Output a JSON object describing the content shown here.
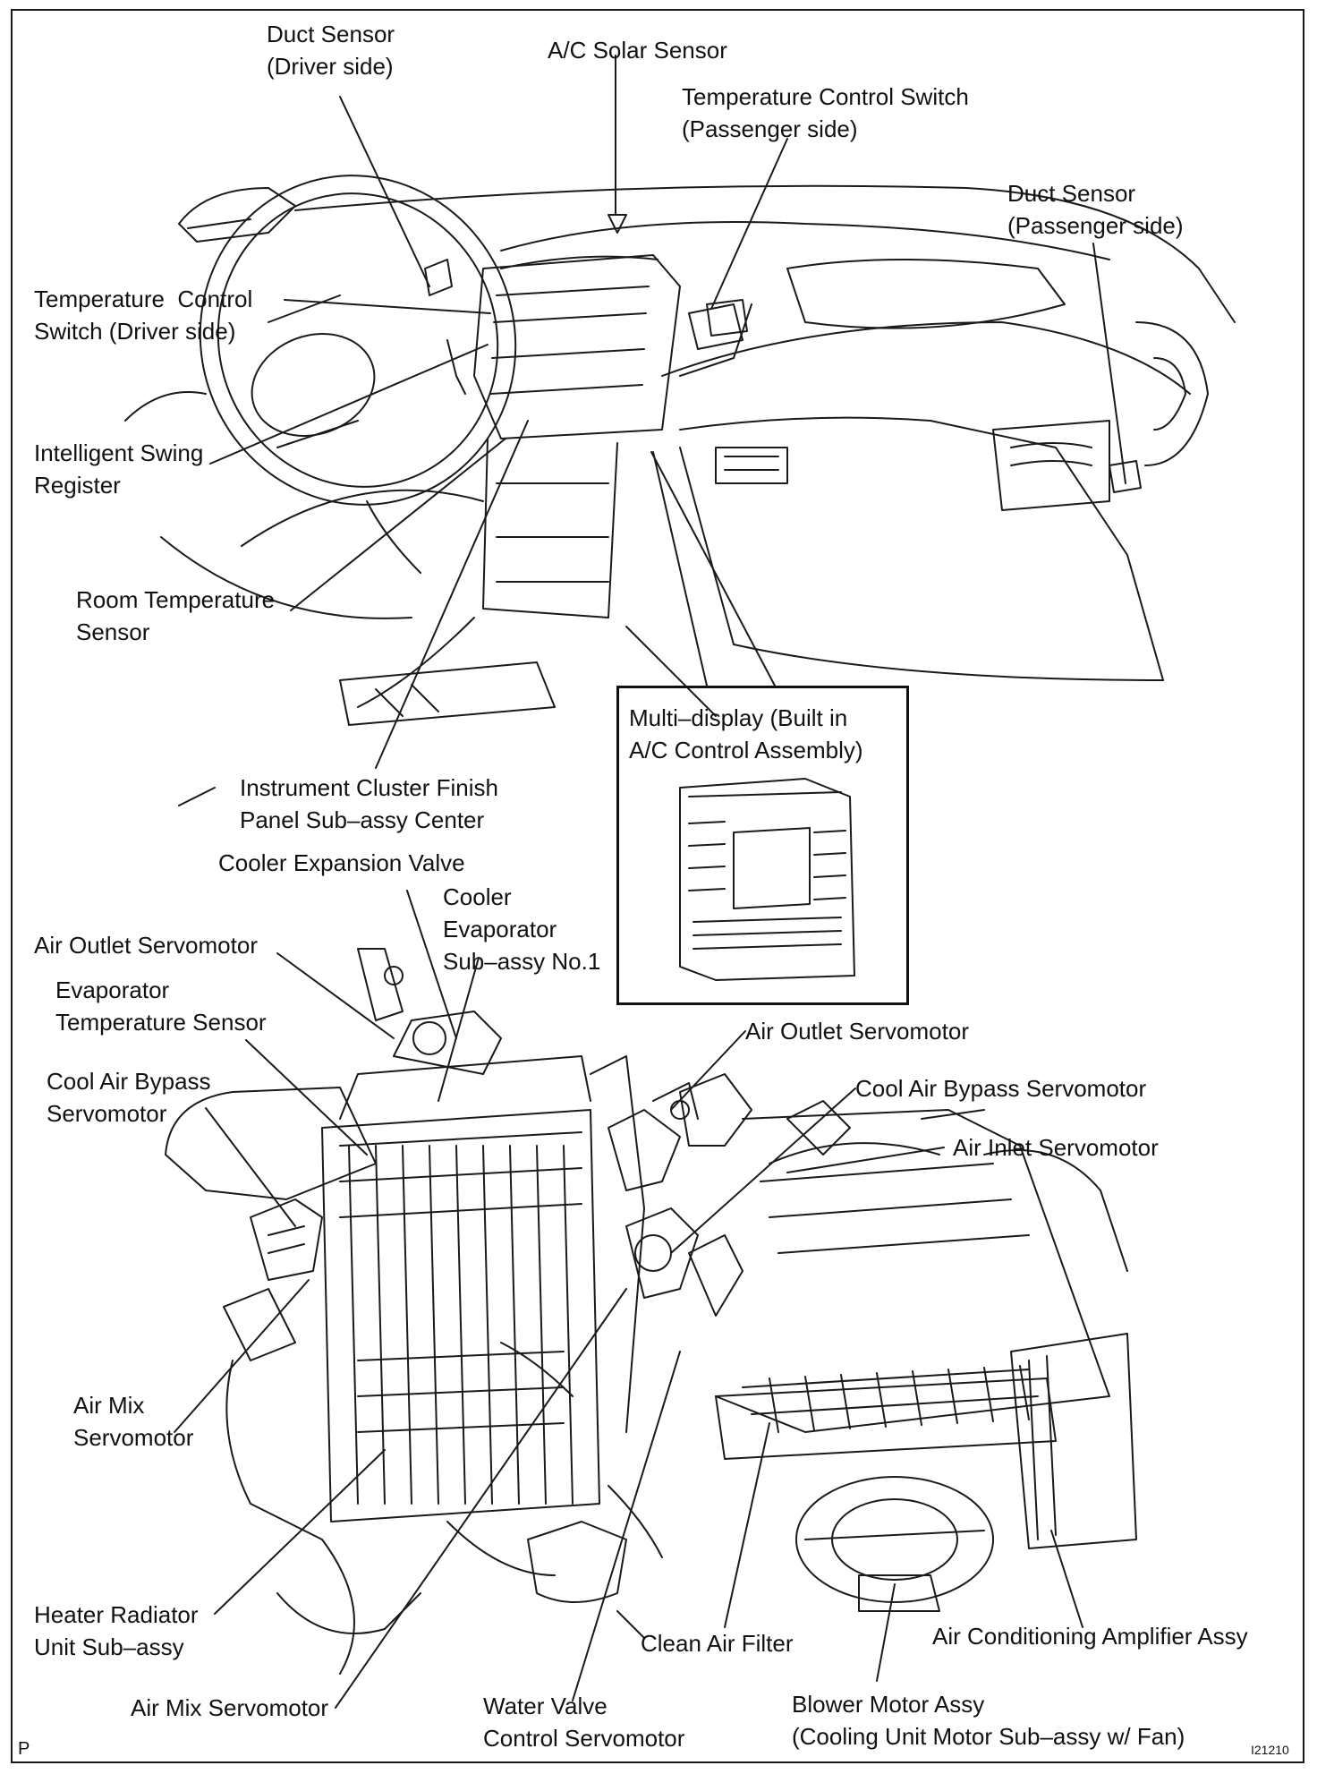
{
  "labels": {
    "duct_sensor_driver": [
      "Duct Sensor",
      "(Driver side)"
    ],
    "ac_solar_sensor": [
      "A/C Solar Sensor"
    ],
    "temp_switch_passenger": [
      "Temperature Control Switch",
      "(Passenger side)"
    ],
    "duct_sensor_passenger": [
      "Duct Sensor",
      "(Passenger side)"
    ],
    "temp_switch_driver": [
      "Temperature  Control",
      "Switch (Driver side)"
    ],
    "intelligent_swing_register": [
      "Intelligent Swing",
      "Register"
    ],
    "room_temp_sensor": [
      "Room Temperature",
      "Sensor"
    ],
    "multi_display": [
      "Multi–display (Built in",
      "A/C Control Assembly)"
    ],
    "cluster_finish_panel": [
      "Instrument Cluster Finish",
      "Panel Sub–assy Center"
    ],
    "cooler_expansion_valve": [
      "Cooler Expansion Valve"
    ],
    "cooler_evaporator": [
      "Cooler",
      "Evaporator",
      "Sub–assy No.1"
    ],
    "air_outlet_servo_left": [
      "Air Outlet Servomotor"
    ],
    "evaporator_temp_sensor": [
      "Evaporator",
      "Temperature Sensor"
    ],
    "cool_air_bypass_left": [
      "Cool Air Bypass",
      "Servomotor"
    ],
    "air_outlet_servo_right": [
      "Air Outlet Servomotor"
    ],
    "cool_air_bypass_right": [
      "Cool Air Bypass Servomotor"
    ],
    "air_inlet_servo": [
      "Air Inlet Servomotor"
    ],
    "air_mix_servo_left": [
      "Air Mix",
      "Servomotor"
    ],
    "heater_radiator": [
      "Heater Radiator",
      "Unit Sub–assy"
    ],
    "clean_air_filter": [
      "Clean Air Filter"
    ],
    "ac_amplifier": [
      "Air Conditioning Amplifier Assy"
    ],
    "air_mix_servo_bottom": [
      "Air Mix Servomotor"
    ],
    "water_valve_servo": [
      "Water Valve",
      "Control Servomotor"
    ],
    "blower_motor": [
      "Blower Motor Assy",
      "(Cooling Unit Motor Sub–assy w/ Fan)"
    ]
  },
  "corner_left": "P",
  "corner_right": "I21210",
  "colors": {
    "ink": "#111111",
    "line": "#1a1a1a",
    "paper": "#ffffff"
  }
}
